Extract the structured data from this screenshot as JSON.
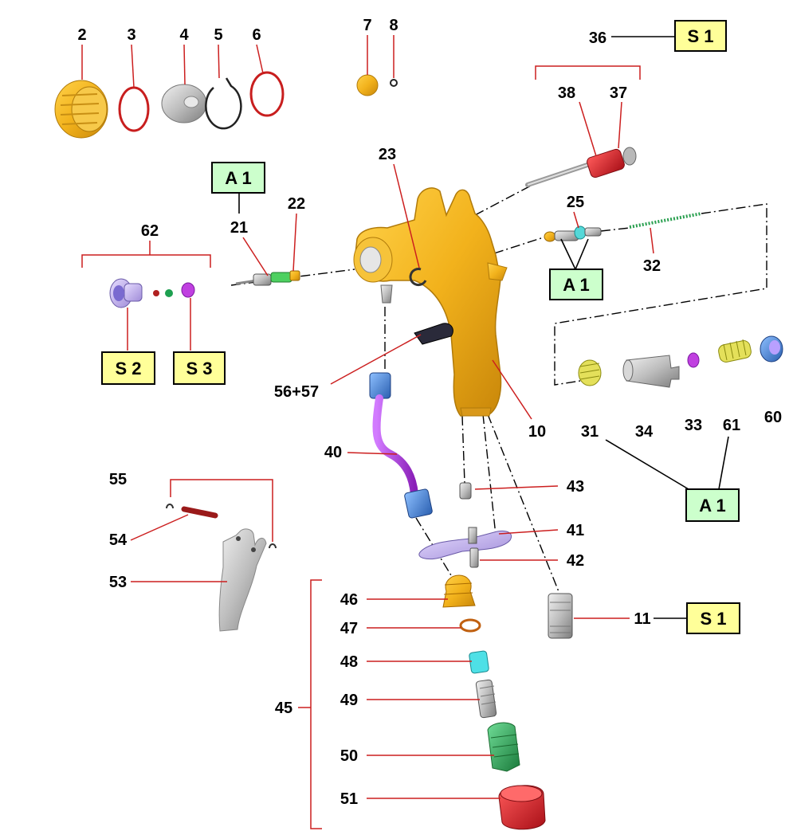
{
  "part_numbers": {
    "p2": "2",
    "p3": "3",
    "p4": "4",
    "p5": "5",
    "p6": "6",
    "p7": "7",
    "p8": "8",
    "p36": "36",
    "p38": "38",
    "p37": "37",
    "p23": "23",
    "p21": "21",
    "p22": "22",
    "p25": "25",
    "p32": "32",
    "p62": "62",
    "p56_57": "56+57",
    "p10": "10",
    "p40": "40",
    "p31": "31",
    "p34": "34",
    "p33": "33",
    "p61": "61",
    "p60": "60",
    "p55": "55",
    "p54": "54",
    "p53": "53",
    "p43": "43",
    "p41": "41",
    "p42": "42",
    "p46": "46",
    "p11": "11",
    "p47": "47",
    "p48": "48",
    "p49": "49",
    "p45": "45",
    "p50": "50",
    "p51": "51"
  },
  "kit_tags": {
    "s1_top": "S 1",
    "a1_needle": "A 1",
    "a1_valve": "A 1",
    "s2": "S 2",
    "s3": "S 3",
    "a1_right": "A 1",
    "s1_bottom": "S 1"
  },
  "colors": {
    "gun_body": "#f2b21c",
    "leader_line": "#cc1f1f",
    "tag_s_fill": "#ffff99",
    "tag_a_fill": "#ccffcc",
    "hose": "#a030c8",
    "fitting": "#3f7fd0",
    "cap_red": "#d01c28",
    "nut_green": "#2aa050"
  }
}
